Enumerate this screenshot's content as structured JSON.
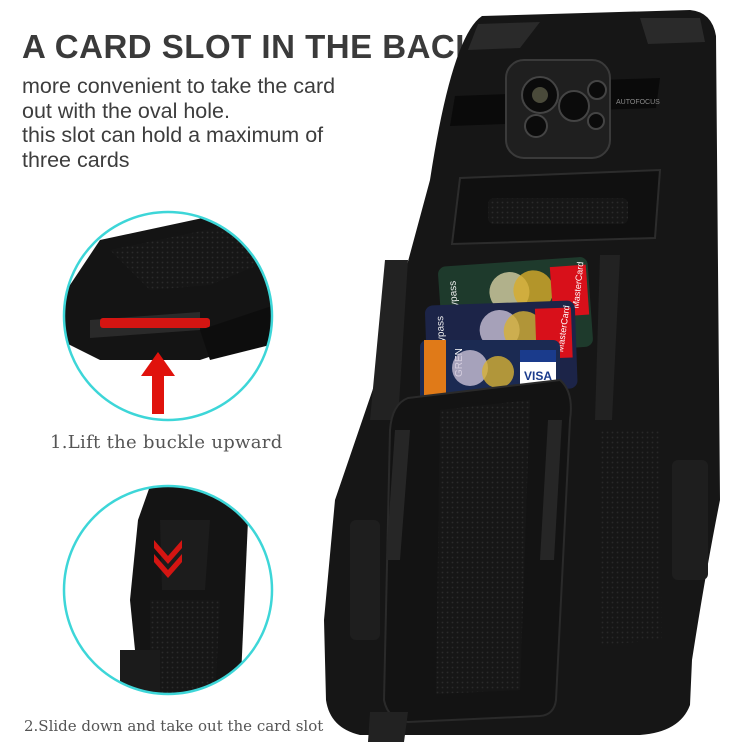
{
  "title": "A CARD SLOT IN THE BACK",
  "description": [
    "more convenient to take the card",
    "out with the oval hole.",
    "this slot can hold a maximum of",
    "three cards"
  ],
  "steps": {
    "step1": "1.Lift the buckle upward",
    "step2": "2.Slide down and take out the card slot"
  },
  "camera_label": "AUTOFOCUS",
  "card_labels": {
    "card1_brand": "MasterCard",
    "card2_brand": "MasterCard",
    "card3_brand": "VISA",
    "card3_side": "GREN",
    "card_side_text": "ypass"
  },
  "colors": {
    "circle_outline": "#3dd6d8",
    "arrow_red": "#e0120c",
    "case_black": "#151515"
  }
}
